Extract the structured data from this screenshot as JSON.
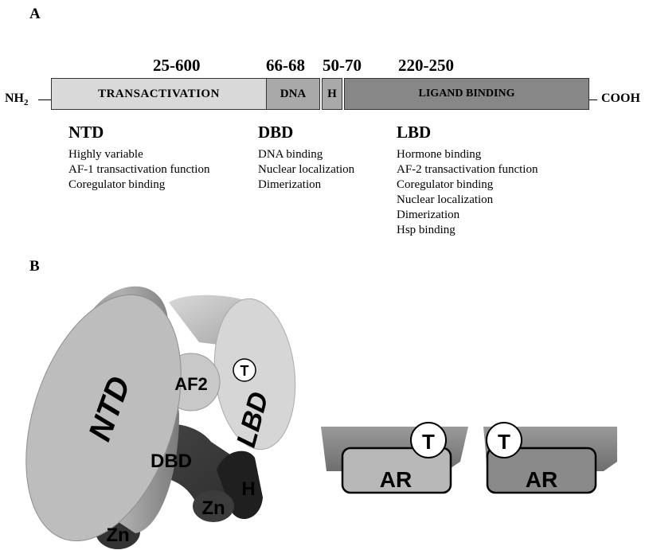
{
  "panel_a": {
    "label": "A",
    "ranges": {
      "ntd": "25-600",
      "dbd": "66-68",
      "hinge": "50-70",
      "lbd": "220-250"
    },
    "n_terminus": "NH",
    "n_terminus_sub": "2",
    "c_terminus": "COOH",
    "segments": {
      "transactivation": "TRANSACTIVATION",
      "dna": "DNA",
      "hinge": "H",
      "ligand": "LIGAND BINDING"
    },
    "domains": [
      {
        "title": "NTD",
        "functions": [
          "Highly variable",
          "AF-1 transactivation function",
          "Coregulator binding"
        ]
      },
      {
        "title": "DBD",
        "functions": [
          "DNA binding",
          "Nuclear localization",
          "Dimerization"
        ]
      },
      {
        "title": "LBD",
        "functions": [
          "Hormone binding",
          "AF-2 transactivation function",
          "Coregulator binding",
          "Nuclear localization",
          "Dimerization",
          "Hsp binding"
        ]
      }
    ]
  },
  "panel_b": {
    "label": "B",
    "shape_labels": {
      "ntd": "NTD",
      "lbd": "LBD",
      "af2": "AF2",
      "testosterone": "T",
      "dbd": "DBD",
      "zn": "Zn",
      "hinge": "H"
    },
    "dimer": [
      {
        "label": "AR",
        "ligand": "T"
      },
      {
        "label": "AR",
        "ligand": "T"
      }
    ]
  }
}
